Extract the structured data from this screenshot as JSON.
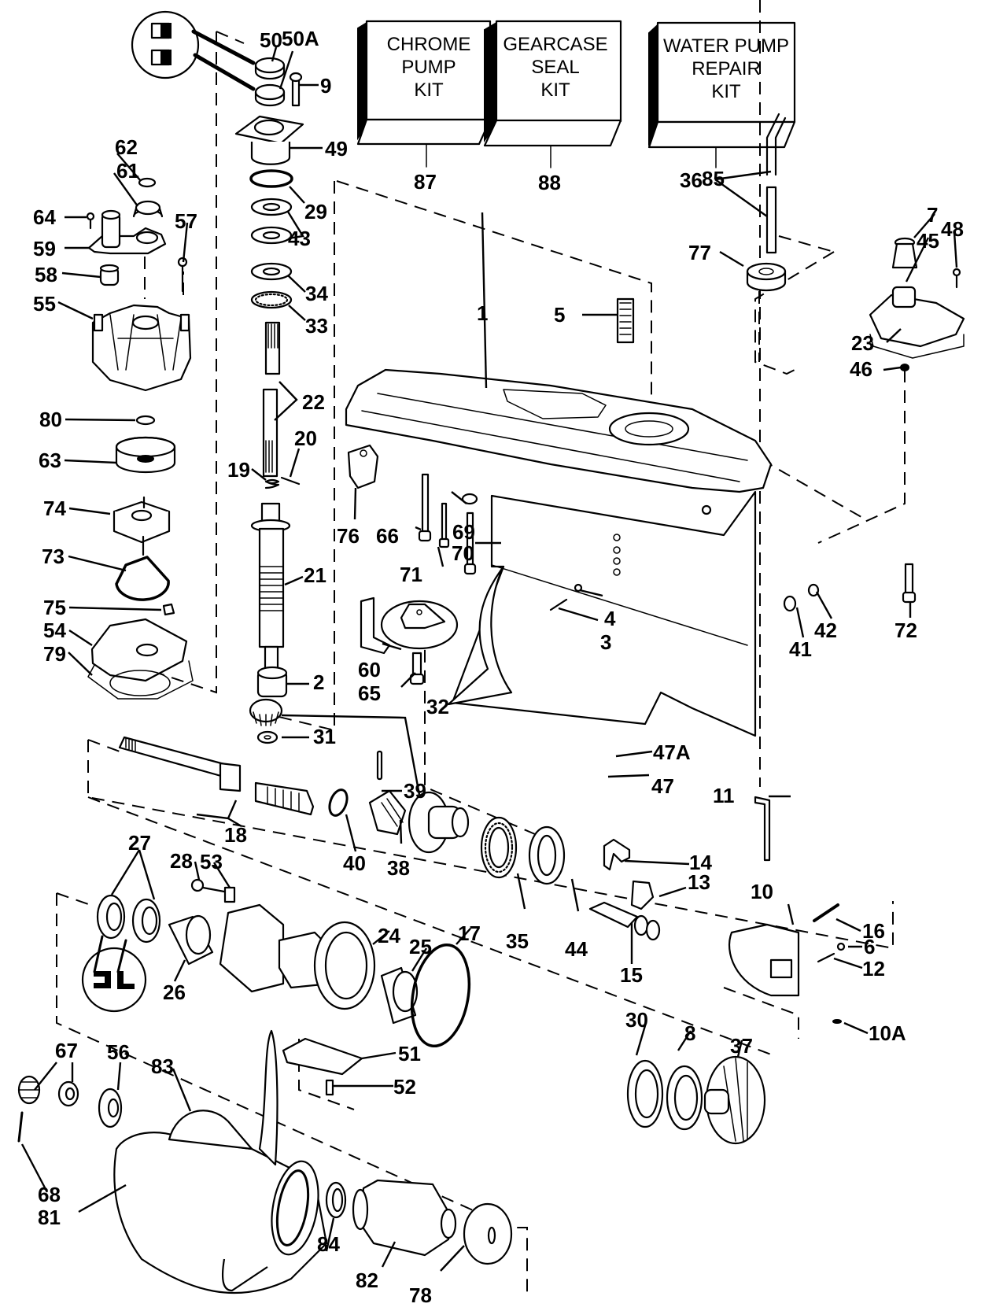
{
  "title": "Gearcase exploded parts diagram",
  "kits": [
    {
      "id": "chrome-pump-kit",
      "lines": [
        "CHROME",
        "PUMP",
        "KIT"
      ],
      "callout": "87"
    },
    {
      "id": "gearcase-seal-kit",
      "lines": [
        "GEARCASE",
        "SEAL",
        "KIT"
      ],
      "callout": "88"
    },
    {
      "id": "water-pump-repair-kit",
      "lines": [
        "WATER PUMP",
        "REPAIR",
        "KIT"
      ],
      "callout": "85"
    }
  ],
  "callouts": {
    "c1": "1",
    "c2": "2",
    "c3": "3",
    "c4": "4",
    "c5": "5",
    "c6": "6",
    "c7": "7",
    "c8": "8",
    "c9": "9",
    "c10": "10",
    "c10A": "10A",
    "c11": "11",
    "c12": "12",
    "c13": "13",
    "c14": "14",
    "c15": "15",
    "c16": "16",
    "c17": "17",
    "c18": "18",
    "c19": "19",
    "c20": "20",
    "c21": "21",
    "c22": "22",
    "c23": "23",
    "c24": "24",
    "c25": "25",
    "c26": "26",
    "c27": "27",
    "c28": "28",
    "c29": "29",
    "c30": "30",
    "c31": "31",
    "c32": "32",
    "c33": "33",
    "c34": "34",
    "c35": "35",
    "c36": "36",
    "c37": "37",
    "c38": "38",
    "c39": "39",
    "c40": "40",
    "c41": "41",
    "c42": "42",
    "c43": "43",
    "c44": "44",
    "c45": "45",
    "c46": "46",
    "c47": "47",
    "c47A": "47A",
    "c48": "48",
    "c49": "49",
    "c50": "50",
    "c50A": "50A",
    "c51": "51",
    "c52": "52",
    "c53": "53",
    "c54": "54",
    "c55": "55",
    "c56": "56",
    "c57": "57",
    "c58": "58",
    "c59": "59",
    "c60": "60",
    "c61": "61",
    "c62": "62",
    "c63": "63",
    "c64": "64",
    "c65": "65",
    "c66": "66",
    "c67": "67",
    "c68": "68",
    "c69": "69",
    "c70": "70",
    "c71": "71",
    "c72": "72",
    "c73": "73",
    "c74": "74",
    "c75": "75",
    "c76": "76",
    "c77": "77",
    "c78": "78",
    "c79": "79",
    "c80": "80",
    "c81": "81",
    "c82": "82",
    "c83": "83",
    "c84": "84",
    "c85": "85",
    "c87": "87",
    "c88": "88"
  }
}
